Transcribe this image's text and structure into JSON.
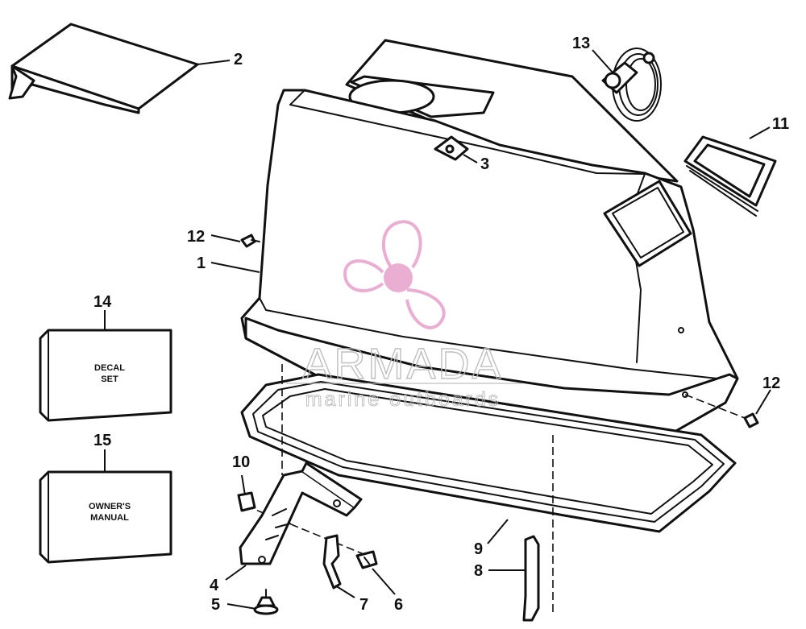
{
  "callouts": {
    "c1": "1",
    "c2": "2",
    "c3": "3",
    "c4": "4",
    "c5": "5",
    "c6": "6",
    "c7": "7",
    "c8": "8",
    "c9": "9",
    "c10": "10",
    "c11": "11",
    "c12a": "12",
    "c12b": "12",
    "c13": "13",
    "c14": "14",
    "c15": "15"
  },
  "boxes": {
    "decal_line1": "DECAL",
    "decal_line2": "SET",
    "manual_line1": "OWNER'S",
    "manual_line2": "MANUAL"
  },
  "watermark": {
    "brand": "ARMADA",
    "tagline": "marine outboards",
    "logo_icon": "propeller-icon",
    "logo_color": "#e8a6cf"
  }
}
